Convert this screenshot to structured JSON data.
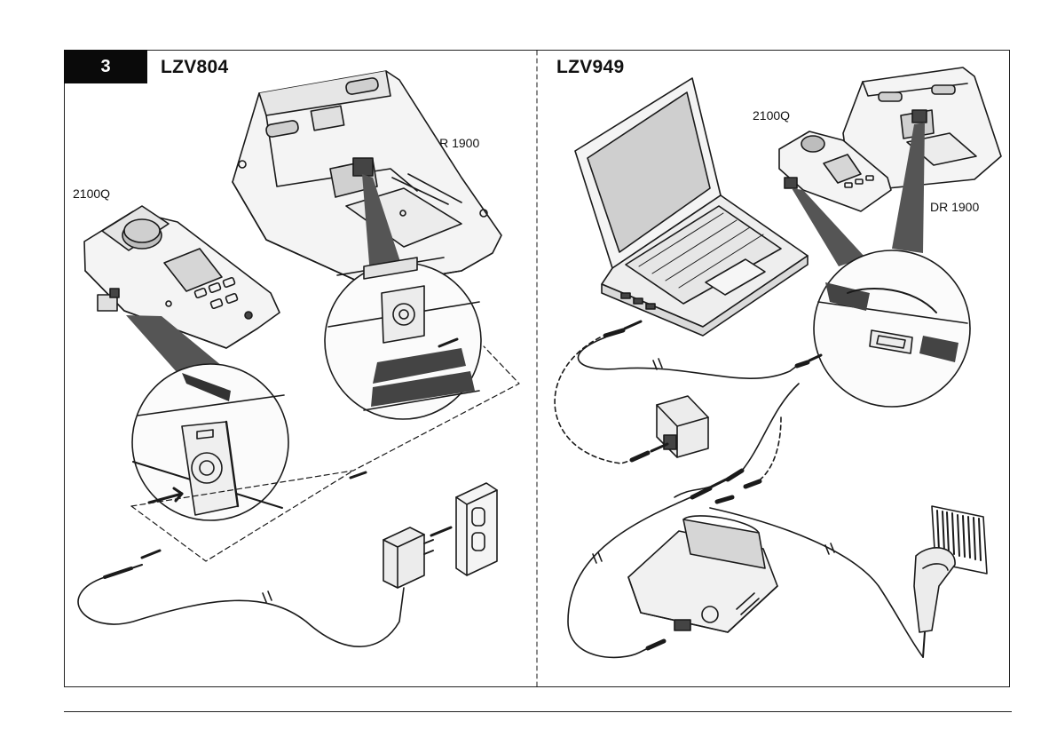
{
  "step": {
    "number": "3"
  },
  "left_panel": {
    "kit": "LZV804",
    "labels": {
      "meter": "2100Q",
      "spectro": "DR 1900"
    }
  },
  "right_panel": {
    "kit": "LZV949",
    "labels": {
      "meter": "2100Q",
      "spectro": "DR 1900"
    }
  },
  "colors": {
    "line": "#1a1a1a",
    "fill_light": "#f2f2f2",
    "fill_mid": "#cfcfcf",
    "fill_dark": "#555555"
  }
}
